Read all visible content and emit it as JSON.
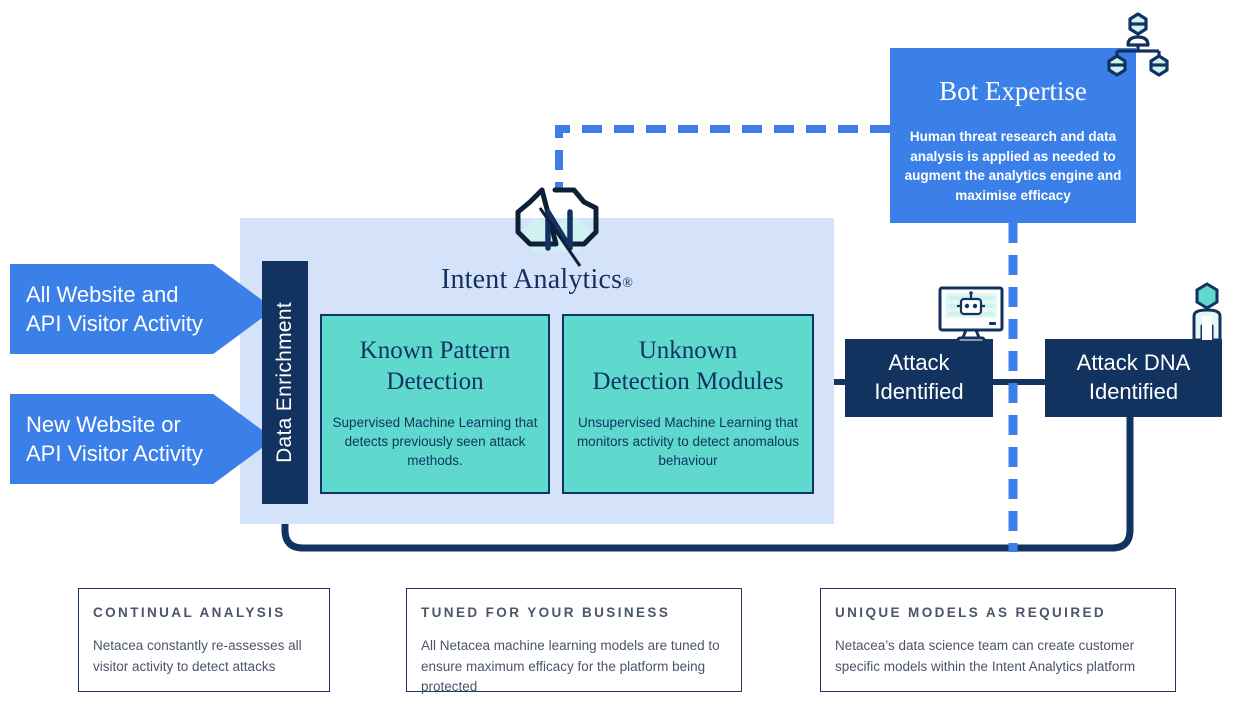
{
  "colors": {
    "brand_blue": "#3B7FE8",
    "navy": "#12335F",
    "teal": "#5FD9CE",
    "panel_light_blue": "#D5E3FA",
    "white": "#FFFFFF",
    "info_text_gray": "#4A5568"
  },
  "inputs": [
    {
      "id": "all-website-api",
      "line1": "All  Website and",
      "line2": "API Visitor Activity"
    },
    {
      "id": "new-website-api",
      "line1": "New Website or",
      "line2": "API Visitor Activity"
    }
  ],
  "data_enrichment": {
    "label": "Data Enrichment"
  },
  "intent_analytics": {
    "title": "Intent Analytics",
    "registered_mark": "®",
    "logo_icon": "netacea-cloud-n-logo-icon",
    "modules": [
      {
        "id": "known-pattern-detection",
        "title_line1": "Known Pattern",
        "title_line2": "Detection",
        "description": "Supervised Machine Learning that detects previously seen attack methods."
      },
      {
        "id": "unknown-detection-modules",
        "title_line1": "Unknown",
        "title_line2": "Detection Modules",
        "description": "Unsupervised Machine Learning that monitors activity to detect anomalous behaviour"
      }
    ]
  },
  "bot_expertise": {
    "title": "Bot Expertise",
    "description": "Human threat research and data analysis is applied as needed to augment the analytics engine and maximise efficacy",
    "icon": "team-org-chart-icon"
  },
  "outcomes": [
    {
      "id": "attack-identified",
      "line1": "Attack",
      "line2": "Identified",
      "icon": "robot-on-monitor-icon"
    },
    {
      "id": "attack-dna-identified",
      "line1": "Attack DNA",
      "line2": "Identified",
      "icon": "person-icon"
    }
  ],
  "info_cards": [
    {
      "id": "continual-analysis",
      "heading": "CONTINUAL ANALYSIS",
      "body": "Netacea constantly re-assesses all visitor activity to detect attacks"
    },
    {
      "id": "tuned-for-your-business",
      "heading": "TUNED FOR YOUR BUSINESS",
      "body": "All Netacea machine learning models are tuned to ensure maximum efficacy for the platform being protected"
    },
    {
      "id": "unique-models-as-required",
      "heading": "UNIQUE MODELS AS REQUIRED",
      "body": "Netacea’s data science team can create customer specific models within the Intent Analytics platform"
    }
  ]
}
